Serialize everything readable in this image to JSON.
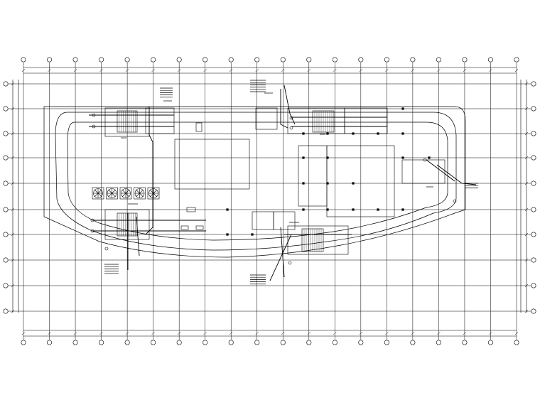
{
  "drawing": {
    "line_color": "#000000",
    "background": "#ffffff",
    "top_bubbles": 20,
    "bottom_bubbles": 20,
    "left_bubbles": 10,
    "right_bubbles": 10,
    "fan_units": 5
  }
}
